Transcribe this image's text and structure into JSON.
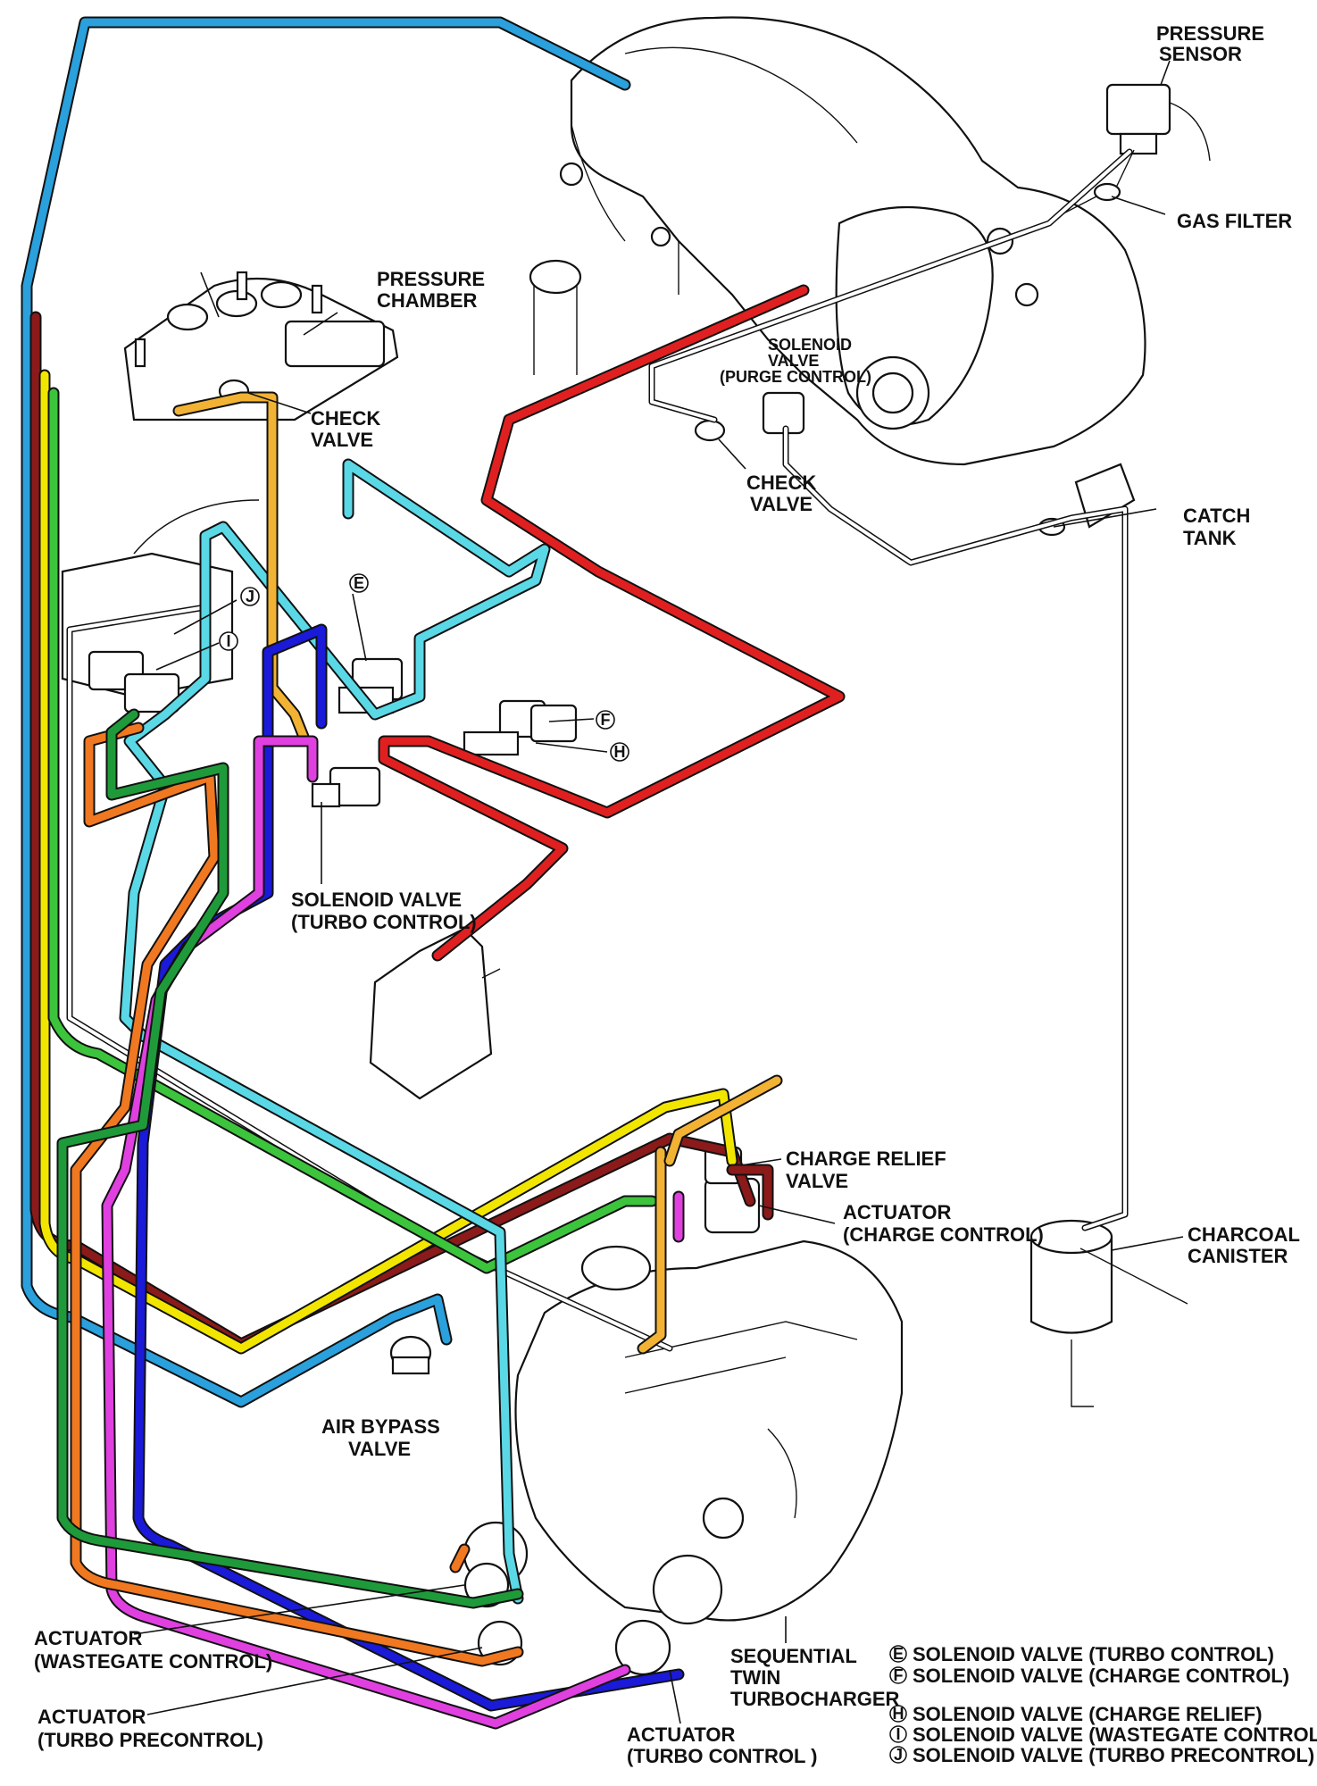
{
  "labels": {
    "pressure_sensor": [
      "PRESSURE",
      "SENSOR"
    ],
    "gas_filter": "GAS FILTER",
    "pressure_chamber": [
      "PRESSURE",
      "CHAMBER"
    ],
    "solenoid_purge": [
      "SOLENOID",
      "VALVE",
      "(PURGE CONTROL)"
    ],
    "check_valve_left": [
      "CHECK",
      "VALVE"
    ],
    "check_valve_right": [
      "CHECK",
      "VALVE"
    ],
    "catch_tank": [
      "CATCH",
      "TANK"
    ],
    "solenoid_turbo": [
      "SOLENOID VALVE",
      "(TURBO CONTROL)"
    ],
    "charge_relief": [
      "CHARGE RELIEF",
      "VALVE"
    ],
    "actuator_charge": [
      "ACTUATOR",
      "(CHARGE CONTROL)"
    ],
    "charcoal_canister": [
      "CHARCOAL",
      "CANISTER"
    ],
    "air_bypass": [
      "AIR BYPASS",
      "VALVE"
    ],
    "actuator_wastegate": [
      "ACTUATOR",
      "(WASTEGATE CONTROL)"
    ],
    "actuator_precontrol": [
      "ACTUATOR",
      "(TURBO PRECONTROL)"
    ],
    "actuator_turbo": [
      "ACTUATOR",
      "(TURBO CONTROL )"
    ],
    "sequential_turbo": [
      "SEQUENTIAL",
      "TWIN",
      "TURBOCHARGER"
    ]
  },
  "callouts": {
    "E": "E",
    "F": "F",
    "H": "H",
    "I": "I",
    "J": "J"
  },
  "legend": [
    {
      "key": "E",
      "text": "SOLENOID VALVE (TURBO CONTROL)"
    },
    {
      "key": "F",
      "text": "SOLENOID VALVE (CHARGE CONTROL)"
    },
    {
      "key": "H",
      "text": "SOLENOID VALVE (CHARGE RELIEF)"
    },
    {
      "key": "I",
      "text": "SOLENOID VALVE (WASTEGATE CONTROL)"
    },
    {
      "key": "J",
      "text": "SOLENOID VALVE (TURBO PRECONTROL)"
    }
  ],
  "hose_colors": {
    "blue_light": "#2aa0dc",
    "dark_red": "#8b1a1a",
    "yellow": "#f2e600",
    "green": "#3cc43c",
    "cyan": "#5ad8e6",
    "red": "#e02020",
    "orange_yellow": "#f2b233",
    "navy": "#1a1ad8",
    "magenta": "#e040e0",
    "orange": "#f07820",
    "dark_green": "#1f9a3a"
  }
}
